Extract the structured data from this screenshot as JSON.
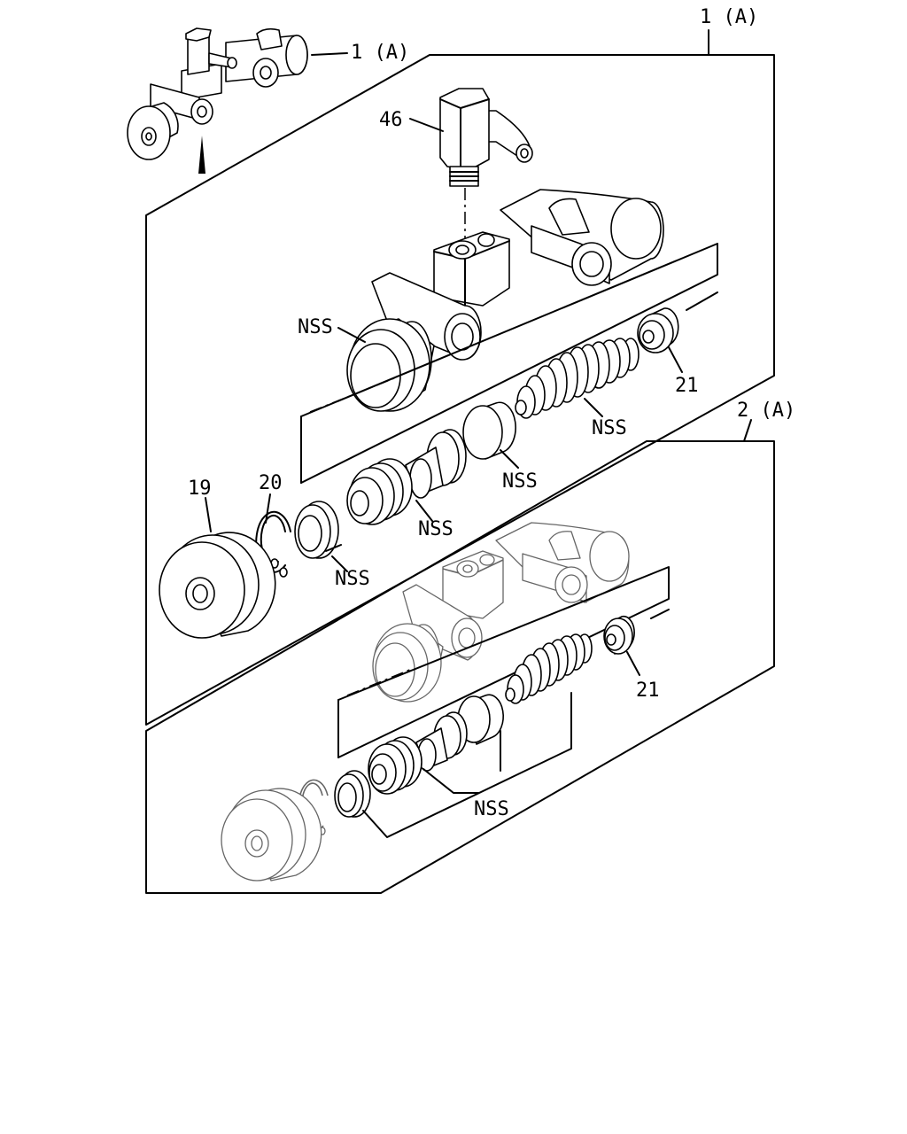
{
  "labels": {
    "assembly_1_top": "1 (A)",
    "assembly_1_thumb": "1 (A)",
    "assembly_2": "2 (A)",
    "part_46": "46",
    "part_19": "19",
    "part_20": "20",
    "part_21_upper": "21",
    "part_21_lower": "21",
    "nss_body": "NSS",
    "nss_spring": "NSS",
    "nss_cup": "NSS",
    "nss_piston": "NSS",
    "nss_seal": "NSS",
    "nss_lower": "NSS"
  }
}
